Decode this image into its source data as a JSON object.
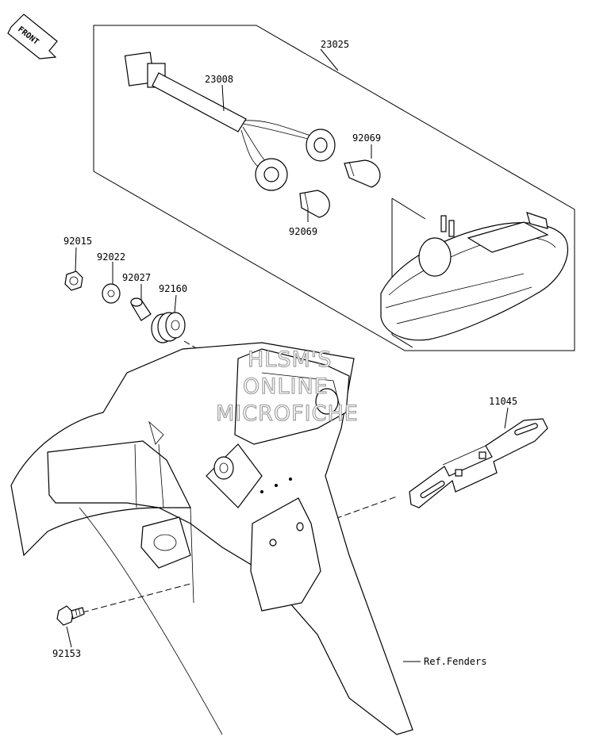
{
  "front_arrow": {
    "label": "FRONT"
  },
  "watermark": {
    "line1": "HLSM'S",
    "line2": "ONLINE",
    "line3": "MICROFICHE"
  },
  "parts": {
    "p23025": "23025",
    "p23008": "23008",
    "p92069_a": "92069",
    "p92069_b": "92069",
    "p92015": "92015",
    "p92022": "92022",
    "p92027": "92027",
    "p92160": "92160",
    "p11045": "11045",
    "p92153": "92153"
  },
  "reference": {
    "fenders": "Ref.Fenders"
  }
}
